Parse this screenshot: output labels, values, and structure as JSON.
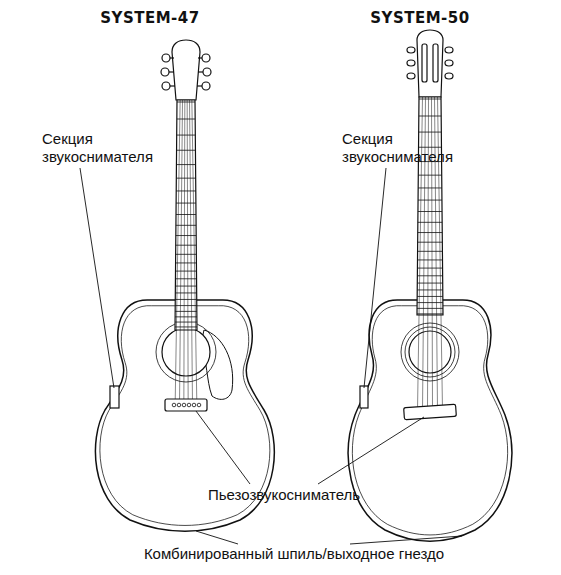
{
  "diagram": {
    "labels": [
      "SYSTEM-47",
      "SYSTEM-50",
      "Секция звукоснимателя",
      "Секция звукоснимателя",
      "Пьезозвукосниматель",
      "Комбинированный шпиль/выходное гнездо"
    ]
  }
}
